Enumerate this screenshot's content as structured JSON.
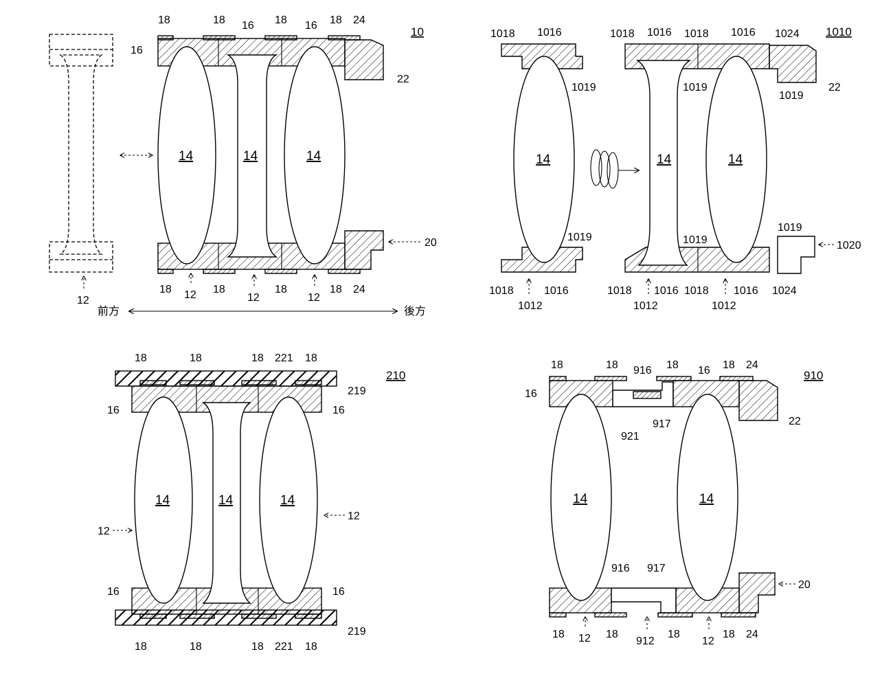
{
  "figures": {
    "fig10": "10",
    "fig1010": "1010",
    "fig210": "210",
    "fig910": "910"
  },
  "lens_label": "14",
  "refs": {
    "r12": "12",
    "r16": "16",
    "r18": "18",
    "r20": "20",
    "r22": "22",
    "r24": "24",
    "r219": "219",
    "r221": "221",
    "r912": "912",
    "r916": "916",
    "r917": "917",
    "r921": "921",
    "r1012": "1012",
    "r1016": "1016",
    "r1018": "1018",
    "r1019": "1019",
    "r1020": "1020",
    "r1024": "1024"
  },
  "direction": {
    "front": "前方",
    "rear": "後方"
  }
}
